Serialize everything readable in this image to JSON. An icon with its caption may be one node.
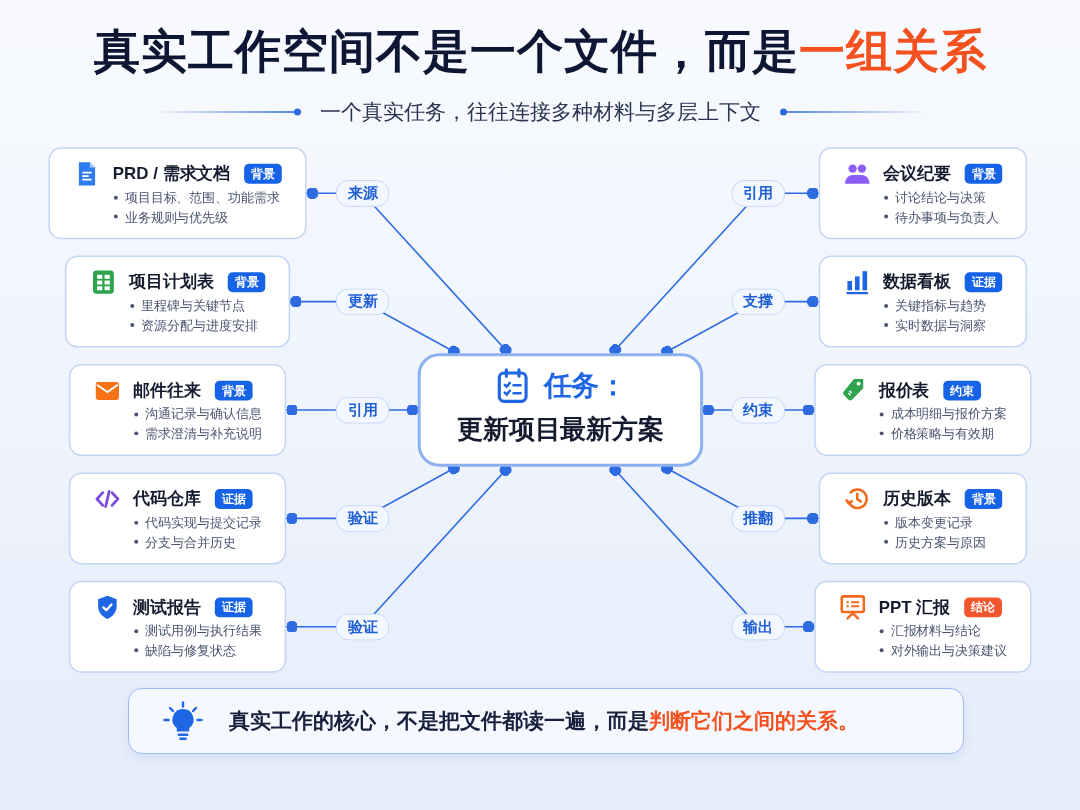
{
  "diagram": {
    "title": "真实工作空间不是一个文件，而是**一组关系**",
    "labels": [
      "一个真实任务，往往连接多种材料与多层上下文"
    ],
    "caption": "真实工作的核心，不是把文件都读一遍，而是**判断它们之间的关系。**",
    "nodes": [
      {
        "text": [
          "PRD / 需求文档",
          "背景",
          "项目目标、范围、功能需求",
          "业务规则与优先级"
        ]
      },
      {
        "text": [
          "项目计划表",
          "背景",
          "里程碑与关键节点",
          "资源分配与进度安排"
        ]
      },
      {
        "text": [
          "会议纪要",
          "背景",
          "讨论结论与决策",
          "待办事项与负责人"
        ]
      },
      {
        "text": [
          "邮件往来",
          "背景",
          "沟通记录与确认信息",
          "需求澄清与补充说明"
        ]
      },
      {
        "text": [
          "任务：",
          "更新项目最新方案"
        ]
      },
      {
        "text": [
          "数据看板",
          "证据",
          "关键指标与趋势",
          "实时数据与洞察"
        ]
      },
      {
        "text": [
          "代码仓库",
          "证据",
          "代码实现与提交记录",
          "分支与合并历史"
        ]
      },
      {
        "text": [
          "报价表",
          "约束",
          "成本明细与报价方案",
          "价格策略与有效期"
        ]
      },
      {
        "text": [
          "测试报告",
          "证据",
          "测试用例与执行结果",
          "缺陷与修复状态"
        ]
      },
      {
        "text": [
          "历史版本",
          "背景",
          "版本变更记录",
          "历史方案与原因"
        ]
      },
      {
        "text": [
          "PPT 汇报",
          "结论",
          "汇报材料与结论",
          "对外输出与决策建议"
        ]
      }
    ],
    "edges": [
      {
        "from": 0,
        "to": 4,
        "arrow": "other",
        "label": "来源"
      },
      {
        "from": 1,
        "to": 4,
        "arrow": "other",
        "label": "更新"
      },
      {
        "from": 4,
        "to": 2,
        "arrow": "other",
        "label": "引用"
      },
      {
        "from": 3,
        "to": 4,
        "arrow": "other",
        "label": "引用"
      },
      {
        "from": 4,
        "to": 5,
        "arrow": "other",
        "label": "支撑"
      },
      {
        "from": 6,
        "to": 4,
        "arrow": "other",
        "label": "验证"
      },
      {
        "from": 4,
        "to": 7,
        "arrow": "other",
        "label": "约束"
      },
      {
        "from": 8,
        "to": 4,
        "arrow": "other",
        "label": "验证"
      },
      {
        "from": 4,
        "to": 9,
        "arrow": "other",
        "label": "推翻"
      },
      {
        "from": 4,
        "to": 10,
        "arrow": "other",
        "label": "输出"
      }
    ]
  }
}
